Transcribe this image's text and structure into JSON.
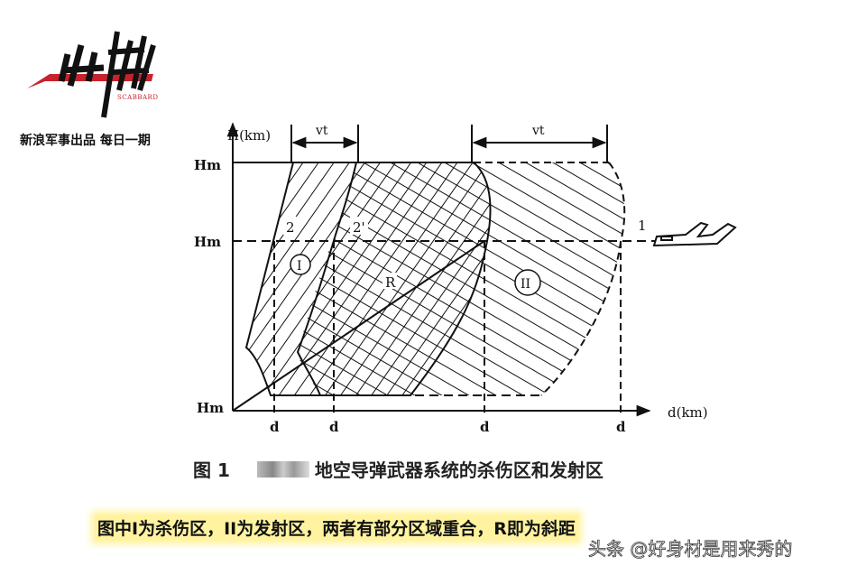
{
  "logo": {
    "brand_name": "出鞘",
    "brand_en": "SCABBARD",
    "tagline": "新浪军事出品 每日一期",
    "accent_color": "#c8232c"
  },
  "diagram": {
    "y_axis_label": "H(km)",
    "x_axis_label": "d(km)",
    "y_ticks": [
      "Hm",
      "Hm",
      "Hm"
    ],
    "x_ticks": [
      "d",
      "d",
      "d",
      "d"
    ],
    "vt_left": "vt",
    "vt_right": "vt",
    "point_2": "2",
    "point_2p": "2'",
    "zone_1": "I",
    "zone_2": "II",
    "slant_range": "R",
    "target_label": "1"
  },
  "figure_caption": {
    "number": "图 1",
    "text": "地空导弹武器系统的杀伤区和发射区"
  },
  "summary": "图中I为杀伤区，II为发射区，两者有部分区域重合，R即为斜距",
  "watermark": "头条 @好身材是用来秀的"
}
